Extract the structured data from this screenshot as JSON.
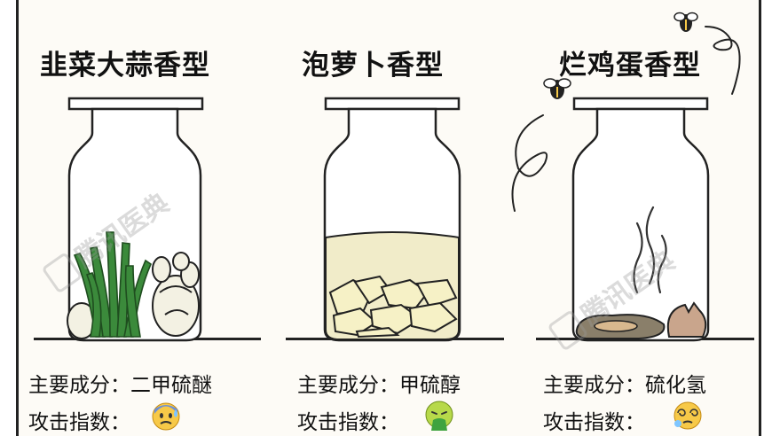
{
  "watermark": "腾讯医典",
  "panels": [
    {
      "title": "韭菜大蒜香型",
      "ingredient_label": "主要成分：",
      "ingredient": "二甲硫醚",
      "attack_label": "攻击指数：",
      "attack_icon": "anxious-sweat-face-icon"
    },
    {
      "title": "泡萝卜香型",
      "ingredient_label": "主要成分：",
      "ingredient": "甲硫醇",
      "attack_label": "攻击指数：",
      "attack_icon": "vomiting-face-icon"
    },
    {
      "title": "烂鸡蛋香型",
      "ingredient_label": "主要成分：",
      "ingredient": "硫化氢",
      "attack_label": "攻击指数：",
      "attack_icon": "dizzy-face-icon"
    }
  ],
  "colors": {
    "outline": "#222222",
    "jar_glass": "#ffffff",
    "leek_green": "#2f7a2f",
    "garlic": "#f3f1e3",
    "brine": "#f1ecc9",
    "radish": "#f4efc2",
    "egg_shell": "#c9a58c",
    "puddle": "#8a7f6a",
    "emoji_yellow": "#f7c948"
  }
}
